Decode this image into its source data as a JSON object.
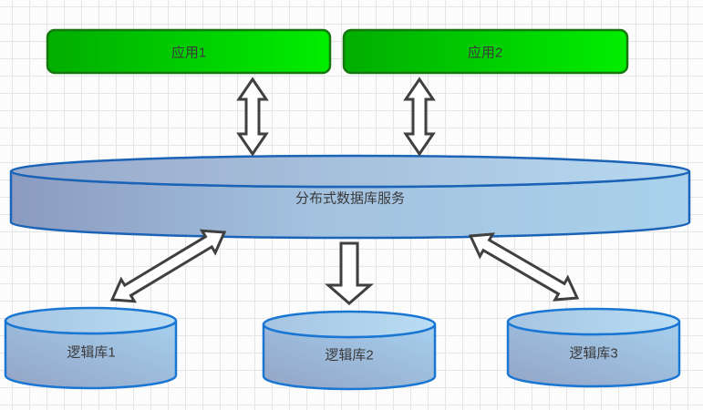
{
  "diagram": {
    "nodes": {
      "app1": {
        "label": "应用1"
      },
      "app2": {
        "label": "应用2"
      },
      "service": {
        "label": "分布式数据库服务"
      },
      "db1": {
        "label": "逻辑库1"
      },
      "db2": {
        "label": "逻辑库2"
      },
      "db3": {
        "label": "逻辑库3"
      }
    },
    "connectors": [
      {
        "from": "应用1",
        "to": "分布式数据库服务",
        "style": "double-headed"
      },
      {
        "from": "应用2",
        "to": "分布式数据库服务",
        "style": "double-headed"
      },
      {
        "from": "分布式数据库服务",
        "to": "逻辑库1",
        "style": "double-headed"
      },
      {
        "from": "分布式数据库服务",
        "to": "逻辑库2",
        "style": "single-headed-down"
      },
      {
        "from": "分布式数据库服务",
        "to": "逻辑库3",
        "style": "double-headed"
      }
    ],
    "colors": {
      "app_green_dark": "#01ad01",
      "app_green_bright": "#00ee00",
      "app_green_border": "#15770e",
      "service_border": "#1b63b7",
      "service_body_left": "#8b9bc0",
      "service_body_right": "#a9d1ec",
      "db_border": "#1976d2",
      "db_body_left": "#93a4c6",
      "db_body_right": "#a6d0ee",
      "arrow_fill": "#ffffff",
      "arrow_outline": "#404040",
      "label_color": "#3a3a3a",
      "grid_line": "#e5e5e5",
      "canvas_bg": "#fcfcfc"
    }
  }
}
